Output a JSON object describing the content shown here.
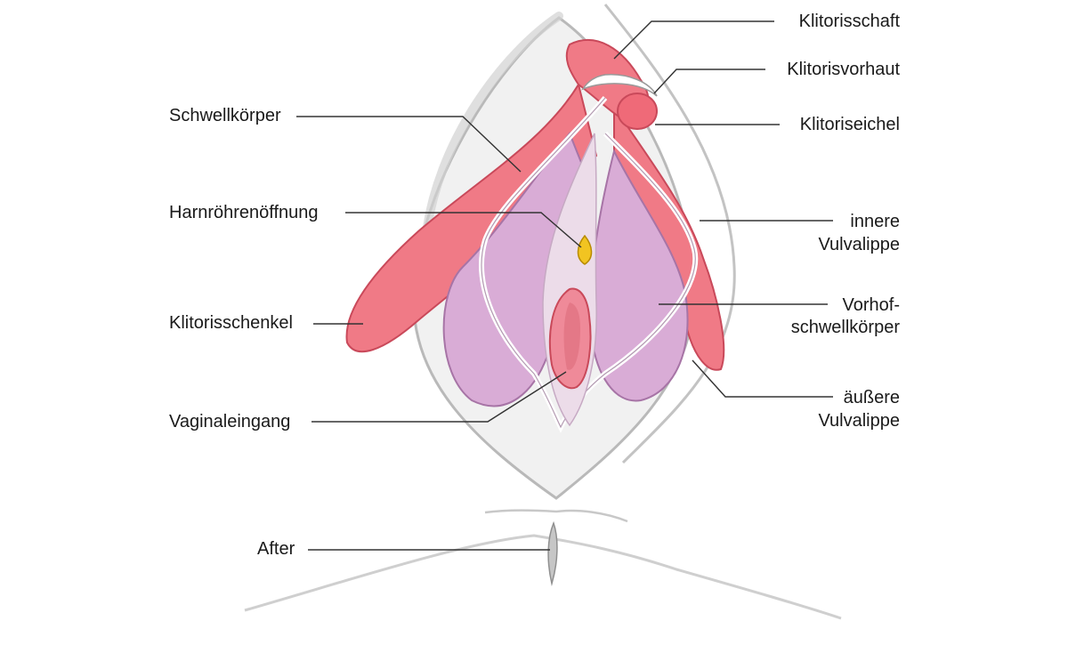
{
  "labels": {
    "left": {
      "schwellkoerper": "Schwellkörper",
      "harnroehre": "Harnröhrenöffnung",
      "klitorisschenkel": "Klitorisschenkel",
      "vaginaleingang": "Vaginaleingang",
      "after": "After"
    },
    "right": {
      "klitorisschaft": "Klitorisschaft",
      "klitorisvorhaut": "Klitorisvorhaut",
      "klitoriseichel": "Klitoriseichel",
      "innere_line1": "innere",
      "innere_line2": "Vulvalippe",
      "vorhof_line1": "Vorhof-",
      "vorhof_line2": "schwellkörper",
      "aeussere_line1": "äußere",
      "aeussere_line2": "Vulvalippe"
    }
  },
  "colors": {
    "clitoris": "#f07a86",
    "clitoris_dark": "#c9495a",
    "bulb": "#d9acd6",
    "bulb_dark": "#a774a6",
    "labia_outline": "#b9b9b9",
    "urethra": "#f2c421",
    "vaginal_opening": "#ef8a99",
    "line": "#333333"
  }
}
